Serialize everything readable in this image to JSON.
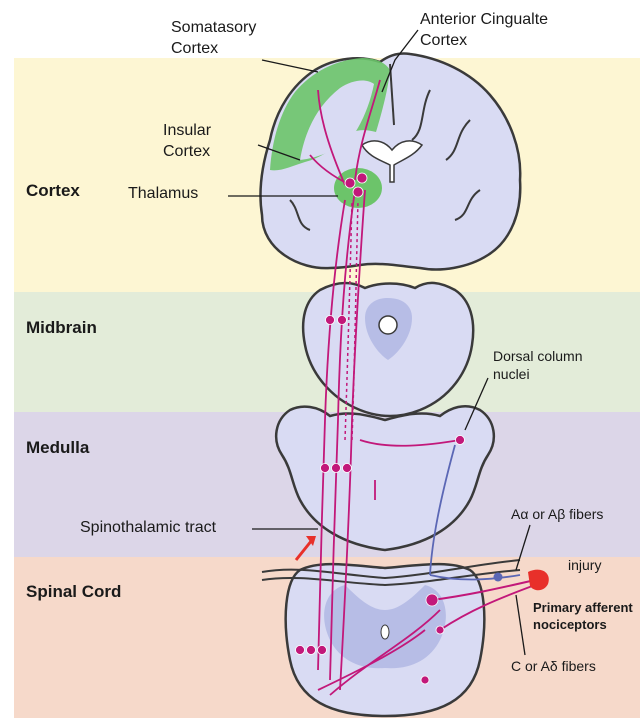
{
  "regions": {
    "cortex": "Cortex",
    "midbrain": "Midbrain",
    "medulla": "Medulla",
    "spinal_cord": "Spinal Cord"
  },
  "labels": {
    "somatosensory_1": "Somatasory",
    "somatosensory_2": "Cortex",
    "anterior_cingulate_1": "Anterior Cingualte",
    "anterior_cingulate_2": "Cortex",
    "insular_1": "Insular",
    "insular_2": "Cortex",
    "thalamus": "Thalamus",
    "dorsal_column_1": "Dorsal column",
    "dorsal_column_2": "nuclei",
    "spinothalamic": "Spinothalamic tract",
    "a_alpha_beta": "Aα or Aβ fibers",
    "injury": "injury",
    "primary_afferent_1": "Primary afferent",
    "primary_afferent_2": "nociceptors",
    "c_a_delta": "C or Aδ fibers"
  },
  "colors": {
    "cortex_band": "#fdf6d3",
    "midbrain_band": "#e3ecd9",
    "medulla_band": "#dcd6e8",
    "spinal_band": "#f6d9ca",
    "tissue": "#d9dbf3",
    "gray_matter": "#b7bde6",
    "cortex_green": "#6cc46a",
    "pathway": "#c2187a",
    "dorsal_column": "#5b67b5",
    "injury": "#e8302a"
  }
}
